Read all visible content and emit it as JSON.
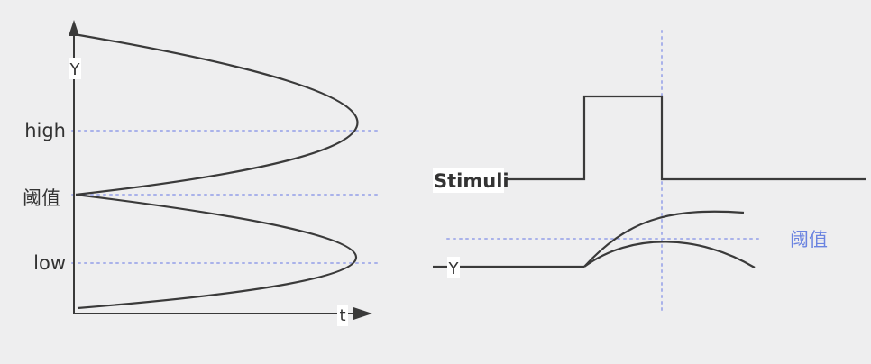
{
  "left_panel": {
    "y_axis_label": "Y",
    "x_axis_label": "t",
    "level_labels": {
      "high": "high",
      "threshold": "阈值",
      "low": "low"
    }
  },
  "right_panel": {
    "stimuli_label": "Stimuli",
    "output_label": "Y",
    "threshold_label": "阈值"
  },
  "colors": {
    "background": "#eeeeef",
    "curve": "#3a3a3a",
    "guide_dotted": "#a9b2ea",
    "threshold_text": "#6a83e0"
  }
}
